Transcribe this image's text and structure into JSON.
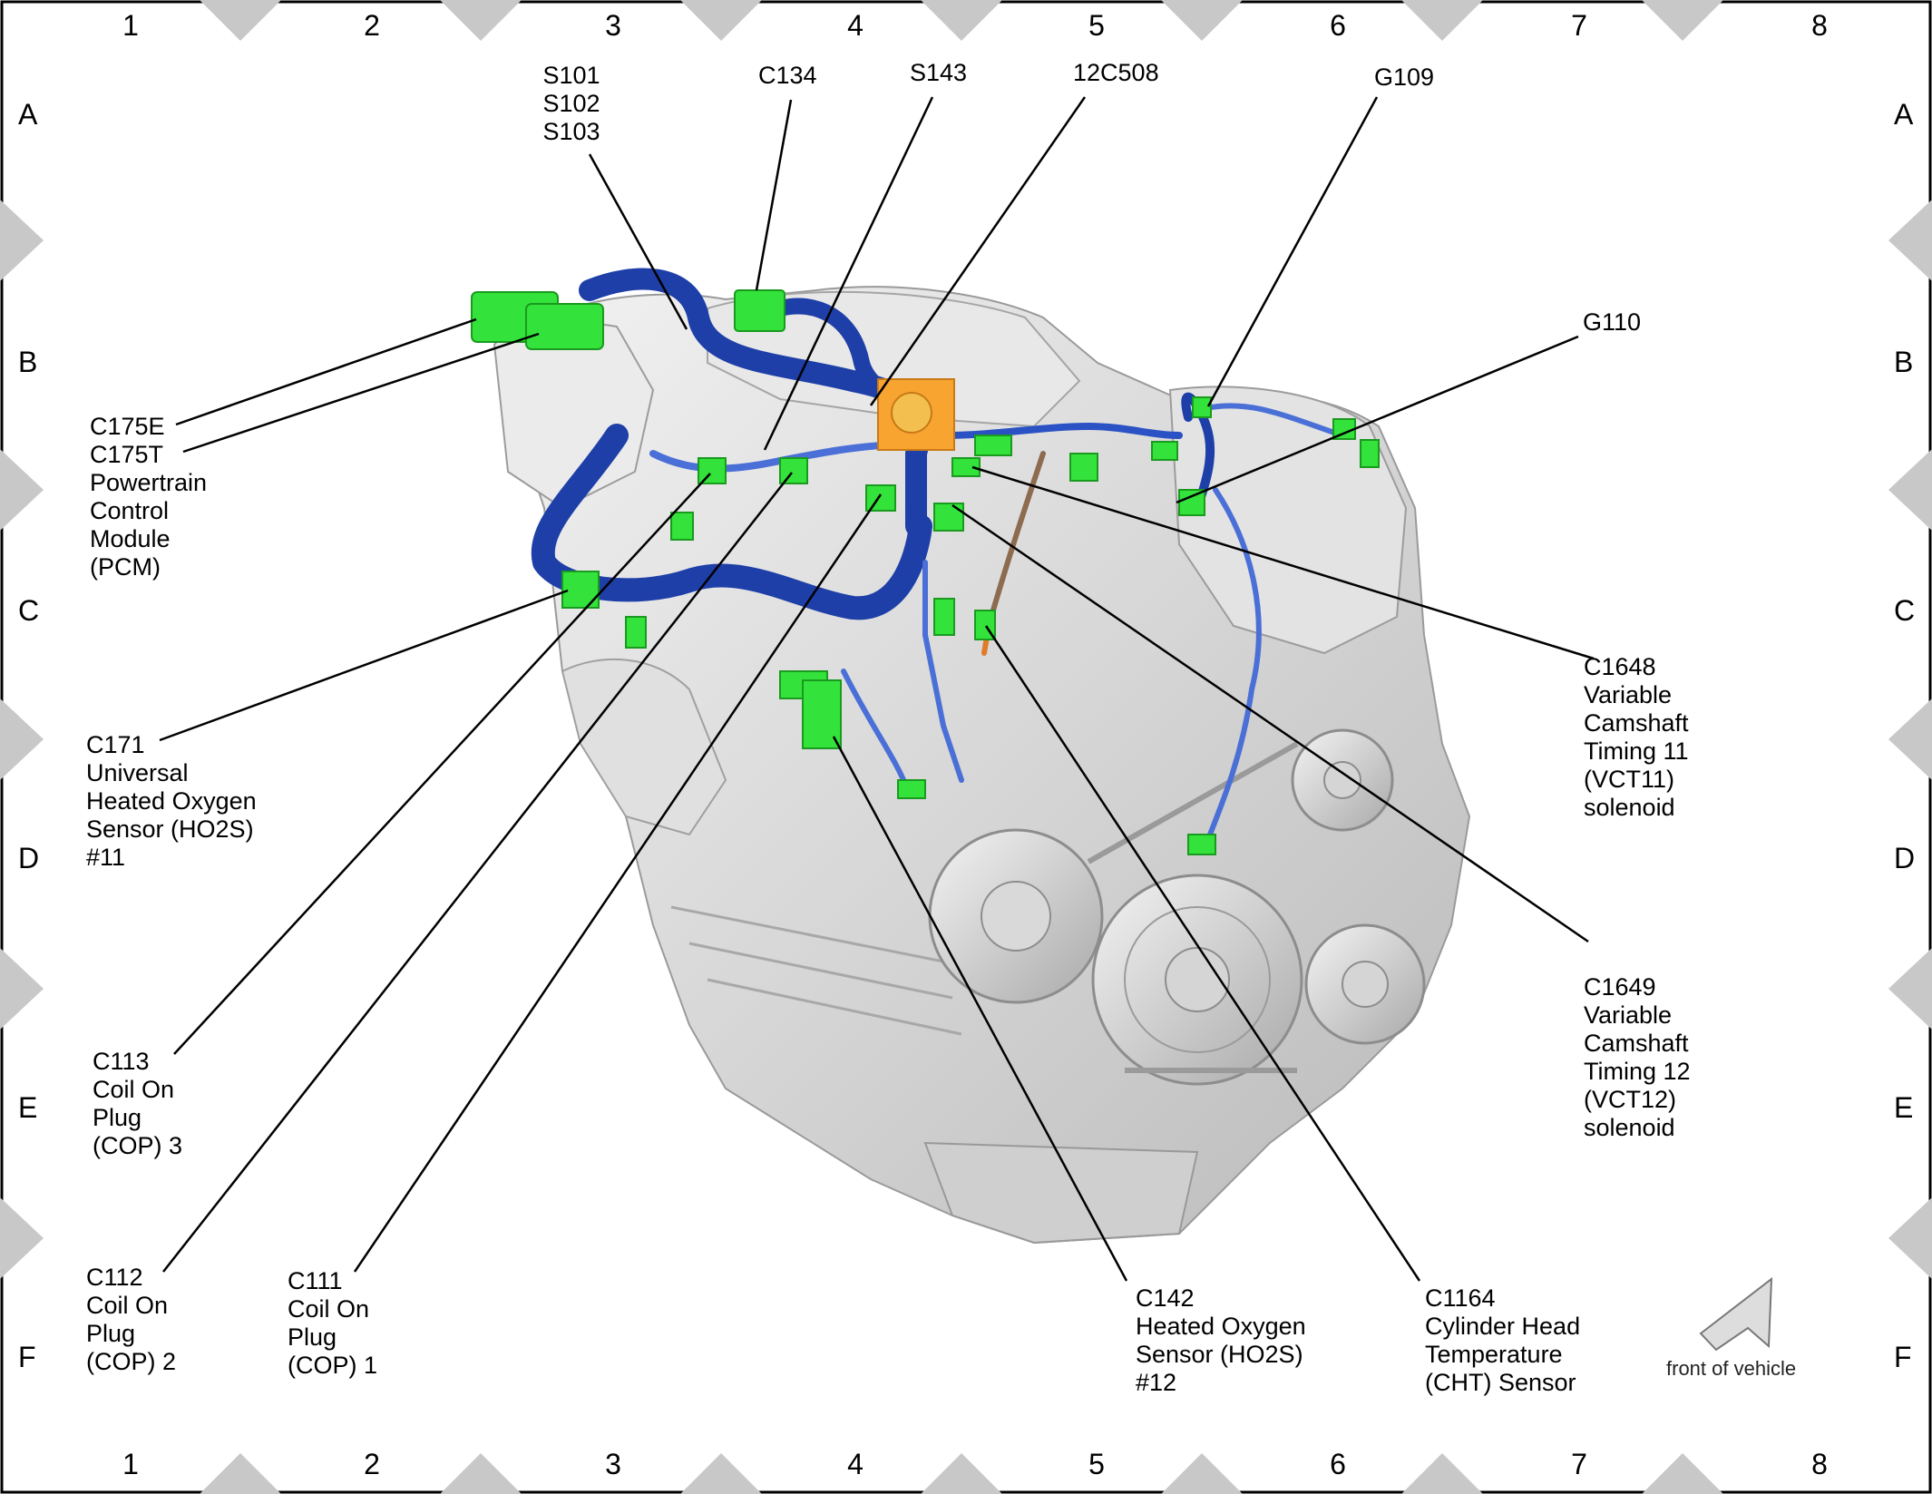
{
  "grid": {
    "columns": [
      "1",
      "2",
      "3",
      "4",
      "5",
      "6",
      "7",
      "8"
    ],
    "rows": [
      "A",
      "B",
      "C",
      "D",
      "E",
      "F"
    ]
  },
  "callouts": {
    "s101": "S101\nS102\nS103",
    "c134": "C134",
    "s143": "S143",
    "c12c508": "12C508",
    "g109": "G109",
    "g110": "G110",
    "c175": "C175E\nC175T\nPowertrain\nControl\nModule\n(PCM)",
    "c171": "C171\nUniversal\nHeated Oxygen\nSensor (HO2S)\n#11",
    "c1648": "C1648\nVariable\nCamshaft\nTiming 11\n(VCT11)\nsolenoid",
    "c1649": "C1649\nVariable\nCamshaft\nTiming 12\n(VCT12)\nsolenoid",
    "c113": "C113\nCoil On\nPlug\n(COP) 3",
    "c112": "C112\nCoil On\nPlug\n(COP) 2",
    "c111": "C111\nCoil On\nPlug\n(COP) 1",
    "c142": "C142\nHeated Oxygen\nSensor (HO2S)\n#12",
    "c1164": "C1164\nCylinder Head\nTemperature\n(CHT) Sensor"
  },
  "front_of_vehicle": "front of vehicle",
  "colors": {
    "harness": "#1e3fa8",
    "harness_light": "#4a6fd6",
    "connector": "#33e23a",
    "splice_block": "#f7a431",
    "engine": "#dcdcdc",
    "frame_diamond": "#c8c8c8"
  }
}
